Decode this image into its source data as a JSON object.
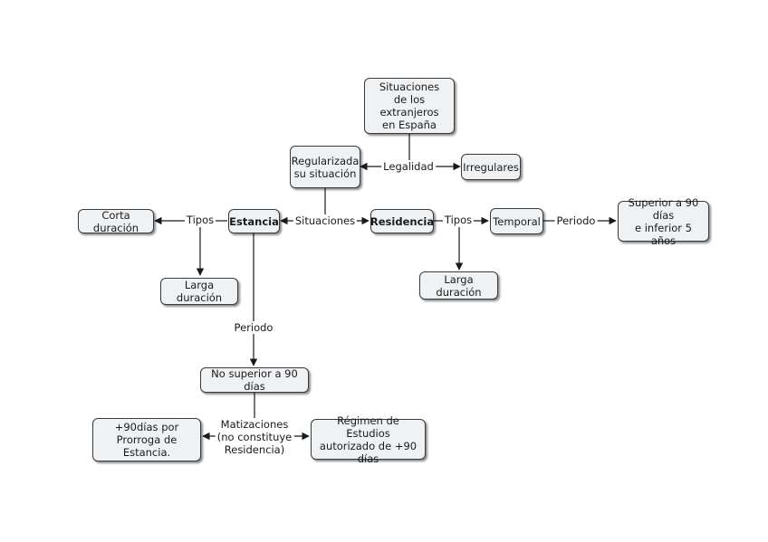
{
  "nodes": {
    "situaciones": "Situaciones\nde los extranjeros\nen España",
    "regularizada": "Regularizada\nsu situación",
    "irregulares": "Irregulares",
    "estancia": "Estancia",
    "residencia": "Residencia",
    "corta_duracion": "Corta duración",
    "larga_duracion_estancia": "Larga duración",
    "larga_duracion_residencia": "Larga duración",
    "temporal": "Temporal",
    "superior_90": "Superior a 90 días\ne inferior 5 años",
    "no_superior_90": "No superior a 90 días",
    "prorroga": "+90días por\nProrroga de Estancia.",
    "regimen_estudios": "Régimen de Estudios\nautorizado de +90 días"
  },
  "links": {
    "legalidad": "Legalidad",
    "situaciones": "Situaciones",
    "tipos_estancia": "Tipos",
    "tipos_residencia": "Tipos",
    "periodo_residencia": "Periodo",
    "periodo_estancia": "Periodo",
    "matizaciones": "Matizaciones\n(no constituye\nResidencia)"
  },
  "colors": {
    "node_fill": "#eef2f5",
    "node_border": "#3a3a3a",
    "line": "#1a1a1a"
  }
}
